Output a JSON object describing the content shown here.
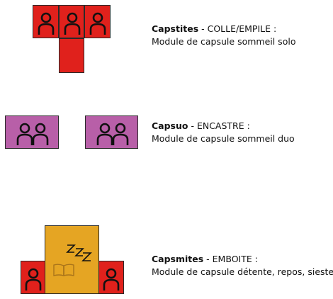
{
  "modules": [
    {
      "id": "capstites",
      "name": "Capstites",
      "technique": " - COLLE/EMPILE :",
      "description": "Module de capsule sommeil solo",
      "colors": {
        "block": "#e0211c"
      },
      "icon": "person-icon"
    },
    {
      "id": "capsuo",
      "name": "Capsuo",
      "technique": " - ENCASTRE :",
      "description": "Module de capsule sommeil duo",
      "colors": {
        "block": "#b85fa8"
      },
      "icon": "two-people-icon"
    },
    {
      "id": "capsmites",
      "name": "Capsmites",
      "technique": " - EMBOITE :",
      "description": "Module de capsule détente, repos, sieste",
      "colors": {
        "block": "#e5a523",
        "side_blocks": "#e0211c"
      },
      "icons": [
        "sleep-zzz-icon",
        "book-icon",
        "person-icon"
      ]
    }
  ]
}
